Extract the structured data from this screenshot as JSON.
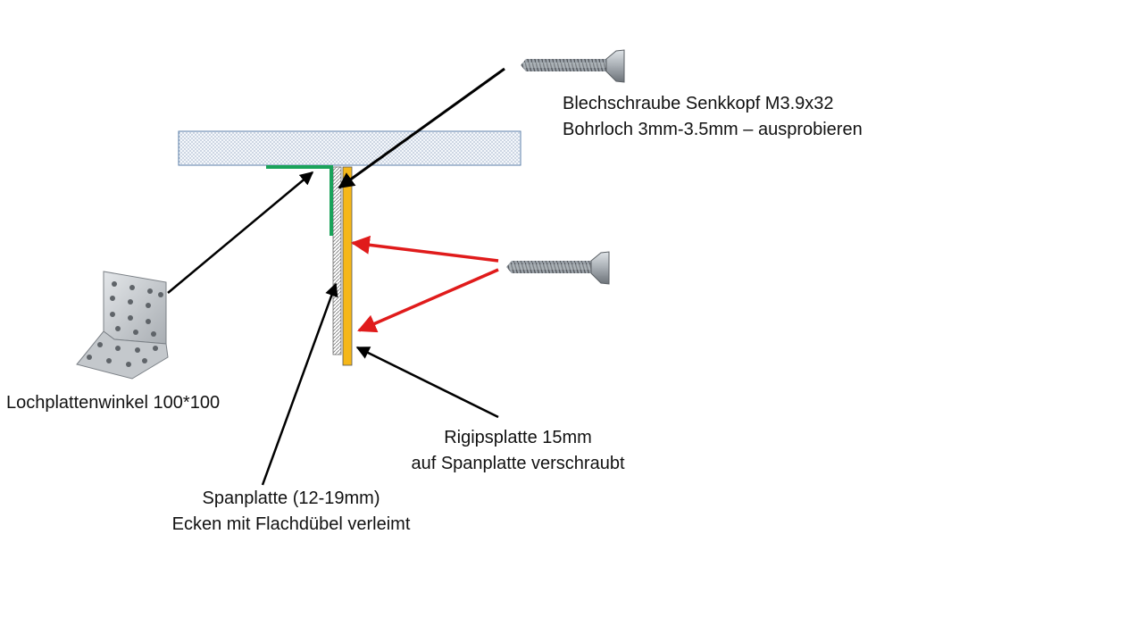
{
  "labels": {
    "screw_top": {
      "line1": "Blechschraube Senkkopf M3.9x32",
      "line2": "Bohrloch 3mm-3.5mm – ausprobieren"
    },
    "bracket": "Lochplattenwinkel 100*100",
    "drywall": {
      "line1": "Rigipsplatte 15mm",
      "line2": "auf Spanplatte verschraubt"
    },
    "chipboard": {
      "line1": "Spanplatte (12-19mm)",
      "line2": "Ecken mit Flachdübel verleimt"
    }
  },
  "colors": {
    "ceiling_fill": "#f2f6fb",
    "ceiling_border": "#5b7fa8",
    "bracket_green": "#1aa35a",
    "drywall_yellow": "#f5b719",
    "arrow_black": "#000000",
    "arrow_red": "#e01b1b",
    "metal": "#b9bec4"
  },
  "icons": [
    "screw-icon",
    "perforated-angle-bracket-icon"
  ]
}
